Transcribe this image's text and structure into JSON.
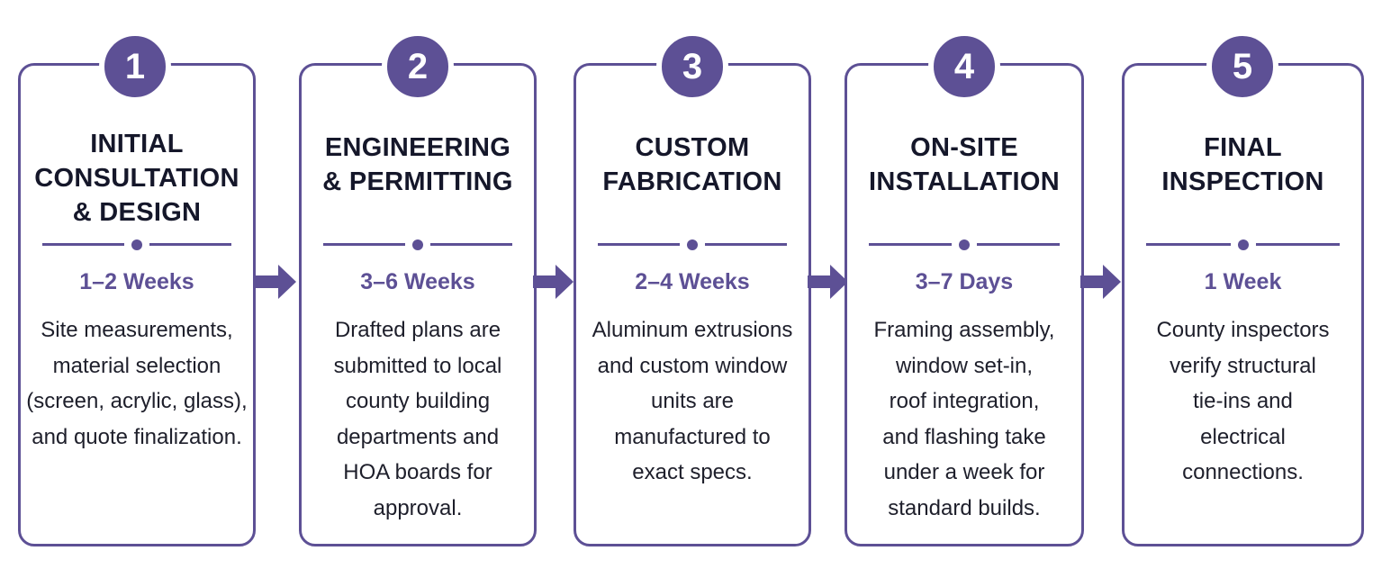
{
  "steps": [
    {
      "number": "1",
      "title_lines": [
        "INITIAL",
        "CONSULTATION",
        "& DESIGN"
      ],
      "duration": "1–2 Weeks",
      "desc_lines": [
        "Site measurements,",
        "material selection",
        "(screen, acrylic, glass),",
        "and quote finalization."
      ]
    },
    {
      "number": "2",
      "title_lines": [
        "ENGINEERING",
        "& PERMITTING"
      ],
      "duration": "3–6 Weeks",
      "desc_lines": [
        "Drafted plans are",
        "submitted to local",
        "county building",
        "departments and",
        "HOA boards for",
        "approval."
      ]
    },
    {
      "number": "3",
      "title_lines": [
        "CUSTOM",
        "FABRICATION"
      ],
      "duration": "2–4 Weeks",
      "desc_lines": [
        "Aluminum extrusions",
        "and custom window",
        "units are",
        "manufactured to",
        "exact specs."
      ]
    },
    {
      "number": "4",
      "title_lines": [
        "ON-SITE",
        "INSTALLATION"
      ],
      "duration": "3–7 Days",
      "desc_lines": [
        "Framing assembly,",
        "window set-in,",
        "roof integration,",
        "and flashing take",
        "under a week for",
        "standard builds."
      ]
    },
    {
      "number": "5",
      "title_lines": [
        "FINAL",
        "INSPECTION"
      ],
      "duration": "1 Week",
      "desc_lines": [
        "County inspectors",
        "verify structural",
        "tie-ins and",
        "electrical",
        "connections."
      ]
    }
  ],
  "colors": {
    "accent": "#5d5095",
    "heading_text": "#15172a",
    "body_text": "#1e1f2b",
    "background": "#ffffff"
  },
  "icons": {
    "connector": "right-arrow-icon"
  }
}
